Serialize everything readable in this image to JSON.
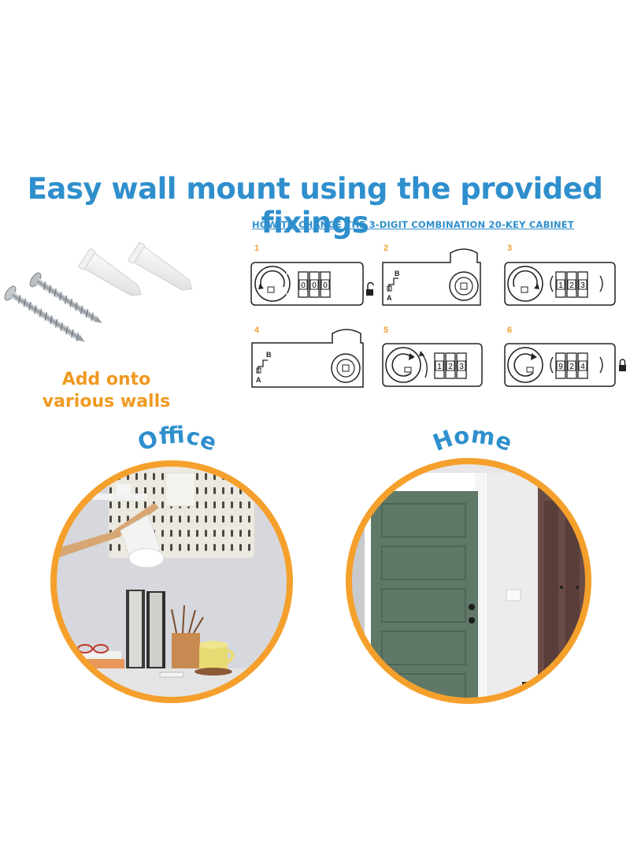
{
  "headline": "Easy wall mount using the provided fixings",
  "instructions": {
    "title": "HOW TO CHANGE THE 3-DIGIT COMBINATION 20-KEY CABINET",
    "steps": [
      {
        "number": "1",
        "digits": [
          "0",
          "0",
          "0"
        ]
      },
      {
        "number": "2",
        "label_b": "B",
        "label_a": "A"
      },
      {
        "number": "3",
        "digits": [
          "1",
          "2",
          "3"
        ]
      },
      {
        "number": "4",
        "label_b": "B",
        "label_a": "A"
      },
      {
        "number": "5",
        "digits": [
          "1",
          "2",
          "3"
        ]
      },
      {
        "number": "6",
        "digits": [
          "9",
          "2",
          "4"
        ]
      }
    ]
  },
  "walls_caption": {
    "line1": "Add onto",
    "line2": "various walls"
  },
  "scenes": {
    "office_label": "Office",
    "home_label": "Home"
  },
  "colors": {
    "blue": "#2f8fcd",
    "orange": "#f5a02c",
    "door_green": "#5f7867"
  }
}
